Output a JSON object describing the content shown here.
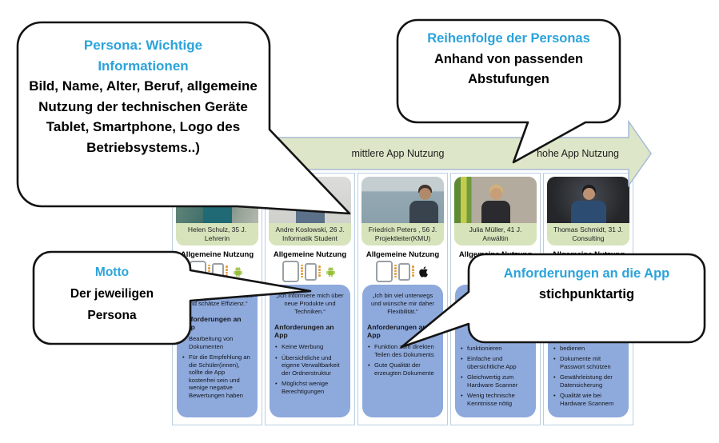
{
  "callouts": {
    "persona_info": {
      "title": "Persona: Wichtige Informationen",
      "body": "Bild, Name, Alter, Beruf, allgemeine Nutzung der technischen Geräte Tablet, Smartphone, Logo des Betriebsystems..)"
    },
    "order": {
      "title": "Reihenfolge der Personas",
      "body": "Anhand von passenden Abstufungen"
    },
    "app_requirements": {
      "title": "Anforderungen an die App",
      "body": "stichpunktartig"
    },
    "motto": {
      "title": "Motto",
      "body": "Der jeweiligen Persona"
    }
  },
  "arrow": {
    "label_mid": "mittlere App Nutzung",
    "label_high": "hohe App Nutzung"
  },
  "cards": [
    {
      "name": "Helen Schulz, 35 J.",
      "role": "Lehrerin",
      "usage_heading": "Allgemeine Nutzung",
      "os": "android",
      "motto": "„Ich mag kreative Arbeiten und schätze Effizienz.“",
      "req_heading": "Anforderungen an App",
      "requirements": [
        "Bearbeitung von Dokumenten",
        "Für die Empfehlung an die Schüler(innen), sollte die App kostenfrei sein und wenige negative Bewertungen haben"
      ]
    },
    {
      "name": "Andre Koslowski, 26 J.",
      "role": "Informatik Student",
      "usage_heading": "Allgemeine Nutzung",
      "os": "android",
      "motto": "„Ich informiere mich über neue Produkte und Techniken.“",
      "req_heading": "Anforderungen an App",
      "requirements": [
        "Keine Werbung",
        "Übersichtliche und eigene Verwaltbarkeit der Ordnerstruktur",
        "Möglichst wenige Berechtigungen"
      ]
    },
    {
      "name": "Friedrich Peters , 56 J.",
      "role": "Projektleiter(KMU)",
      "usage_heading": "Allgemeine Nutzung",
      "os": "apple",
      "motto": "„Ich bin viel unterwegs und wünsche mir daher Flexibilität.“",
      "req_heading": "Anforderungen an App",
      "requirements": [
        "Funktion zum direkten Teilen des Dokuments",
        "Gute Qualität der erzeugten Dokumente"
      ]
    },
    {
      "name": "Julia Müller, 41 J.",
      "role": "Anwältin",
      "usage_heading": "Allgemeine Nutzung",
      "os": null,
      "motto": "",
      "req_heading": "",
      "requirements": [
        "funktionieren",
        "Einfache und übersichtliche App",
        "Gleichwertig zum Hardware Scanner",
        "Wenig technische Kenntnisse nötig"
      ]
    },
    {
      "name": "Thomas Schmidt, 31 J.",
      "role": "Consulting",
      "usage_heading": "Allgemeine Nutzung",
      "os": null,
      "motto": "",
      "req_heading": "",
      "requirements": [
        "bedienen",
        "Dokumente mit Passwort schützen",
        "Gewährleistung der Datensicherung",
        "Qualität wie bei Hardware Scannern"
      ]
    }
  ],
  "colors": {
    "callout_title_blue": "#2ba3db",
    "arrow_fill": "#dde6c8",
    "arrow_stroke": "#a7bad6",
    "name_band_green": "#d6e3bb",
    "details_box_blue": "#8ea9db",
    "usage_dots_orange": "#e59b35",
    "android_green": "#97be3c"
  }
}
